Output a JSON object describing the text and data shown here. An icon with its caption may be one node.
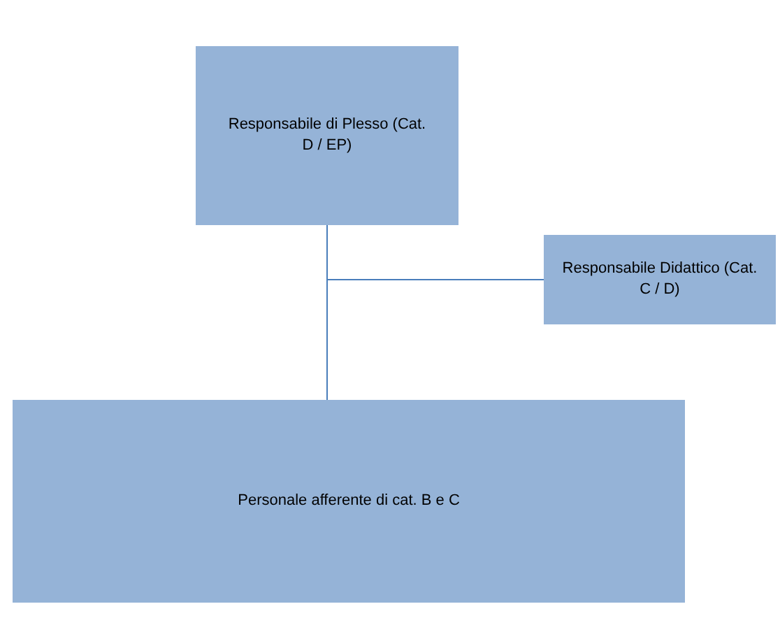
{
  "diagram": {
    "nodes": [
      {
        "text": [
          "Responsabile di Plesso (Cat. D / EP)"
        ]
      },
      {
        "text": [
          "Responsabile Didattico (Cat. C / D)"
        ]
      },
      {
        "text": [
          "Personale afferente di cat. B e C"
        ]
      }
    ],
    "edges": [
      {
        "from": 0,
        "to": 2,
        "arrow": "none"
      },
      {
        "from": 0,
        "to": 1,
        "arrow": "none"
      }
    ]
  }
}
